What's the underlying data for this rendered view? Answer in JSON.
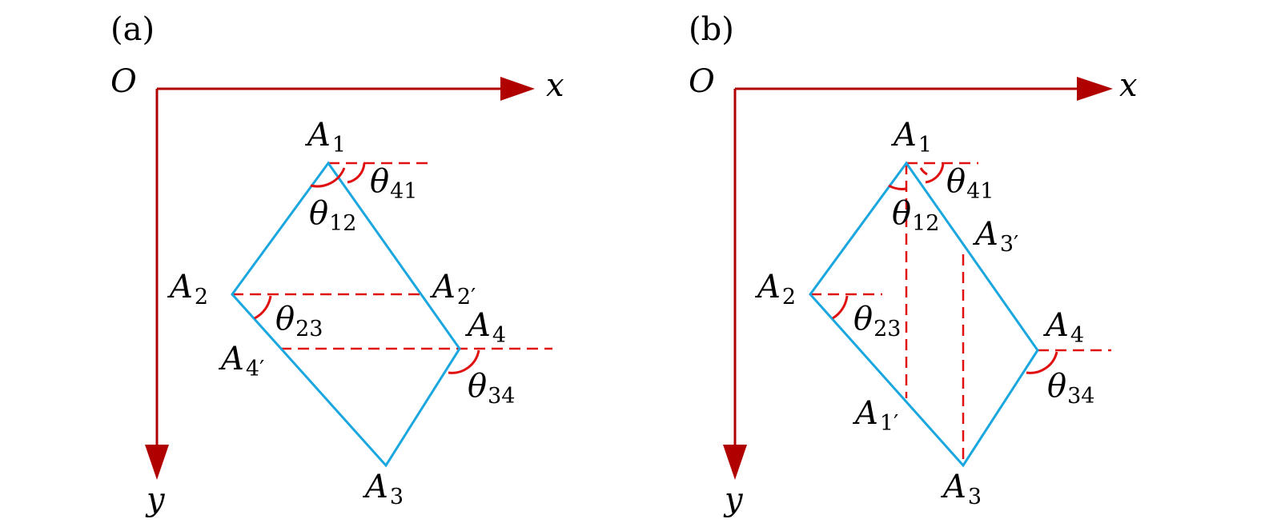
{
  "colors": {
    "axis": "#b00000",
    "polygon": "#1aa7e0",
    "dashed": "#e01010",
    "angle_arc": "#e01010",
    "text": "#000000"
  },
  "panels": [
    {
      "panel_label": "(a)",
      "origin_label": "O",
      "x_axis_label": "x",
      "y_axis_label": "y",
      "vertices": {
        "A1": {
          "base": "A",
          "sub": "1"
        },
        "A2": {
          "base": "A",
          "sub": "2"
        },
        "A3": {
          "base": "A",
          "sub": "3"
        },
        "A4": {
          "base": "A",
          "sub": "4"
        },
        "A2p": {
          "base": "A",
          "sub": "2′"
        },
        "A4p": {
          "base": "A",
          "sub": "4′"
        }
      },
      "angles": {
        "t12": {
          "base": "θ",
          "sub": "12"
        },
        "t41": {
          "base": "θ",
          "sub": "41"
        },
        "t23": {
          "base": "θ",
          "sub": "23"
        },
        "t34": {
          "base": "θ",
          "sub": "34"
        }
      }
    },
    {
      "panel_label": "(b)",
      "origin_label": "O",
      "x_axis_label": "x",
      "y_axis_label": "y",
      "vertices": {
        "A1": {
          "base": "A",
          "sub": "1"
        },
        "A2": {
          "base": "A",
          "sub": "2"
        },
        "A3": {
          "base": "A",
          "sub": "3"
        },
        "A4": {
          "base": "A",
          "sub": "4"
        },
        "A3p": {
          "base": "A",
          "sub": "3′"
        },
        "A1p": {
          "base": "A",
          "sub": "1′"
        }
      },
      "angles": {
        "t12": {
          "base": "θ",
          "sub": "12"
        },
        "t41": {
          "base": "θ",
          "sub": "41"
        },
        "t23": {
          "base": "θ",
          "sub": "23"
        },
        "t34": {
          "base": "θ",
          "sub": "34"
        }
      }
    }
  ]
}
